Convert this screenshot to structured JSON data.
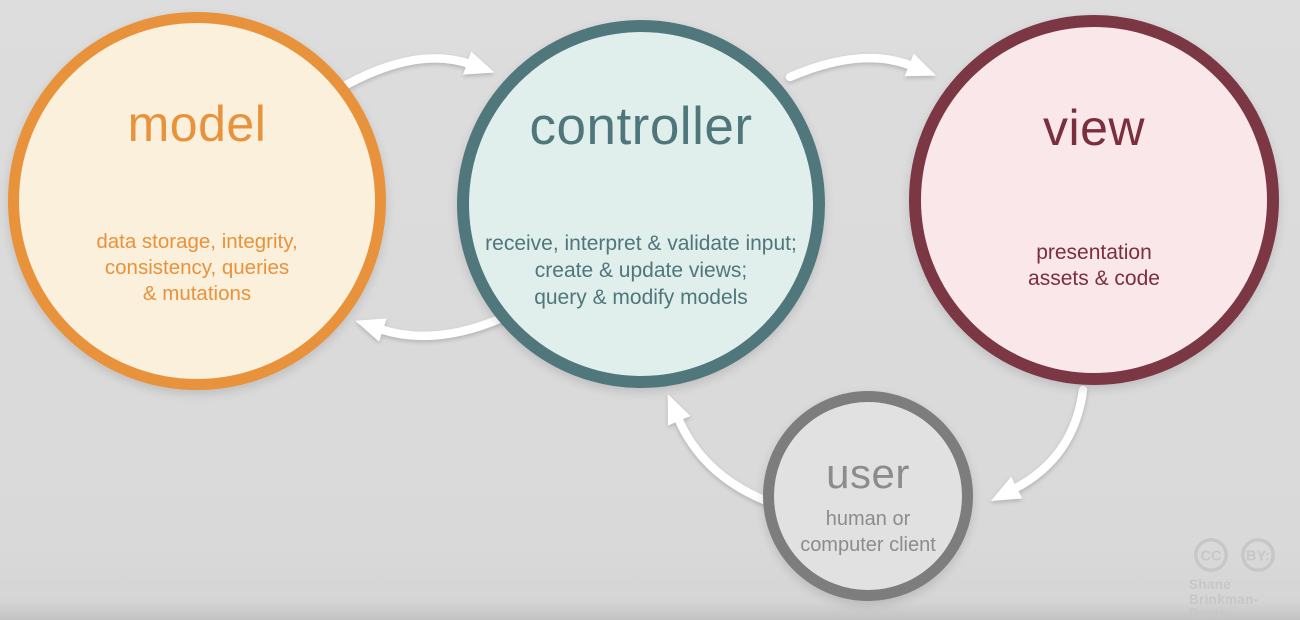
{
  "nodes": {
    "model": {
      "label": "model",
      "desc": [
        "data storage, integrity,",
        "consistency, queries",
        "& mutations"
      ],
      "border_color": "#e8923c",
      "fill_color": "#fbf0db",
      "text_color": "#e8923c"
    },
    "controller": {
      "label": "controller",
      "desc": [
        "receive, interpret & validate input;",
        "create & update views;",
        "query & modify models"
      ],
      "border_color": "#50777b",
      "fill_color": "#e0eeec",
      "text_color": "#4f777b"
    },
    "view": {
      "label": "view",
      "desc": [
        "presentation",
        "assets & code"
      ],
      "border_color": "#7b3743",
      "fill_color": "#f9e7ea",
      "text_color": "#7b2f3d"
    },
    "user": {
      "label": "user",
      "desc": [
        "human or",
        "computer client"
      ],
      "border_color": "#7d7d7d",
      "fill_color": "#e1e1e1",
      "text_color": "#8c8c8c"
    }
  },
  "arrows": {
    "color": "#ffffff",
    "connections": [
      "model to controller",
      "controller to view",
      "controller to model",
      "view to user",
      "user to controller"
    ]
  },
  "attribution": {
    "cc": "CC",
    "by": "BY:",
    "name_line1": "Shane",
    "name_line2": "Brinkman-Davis",
    "color": "#c7c7c7"
  }
}
